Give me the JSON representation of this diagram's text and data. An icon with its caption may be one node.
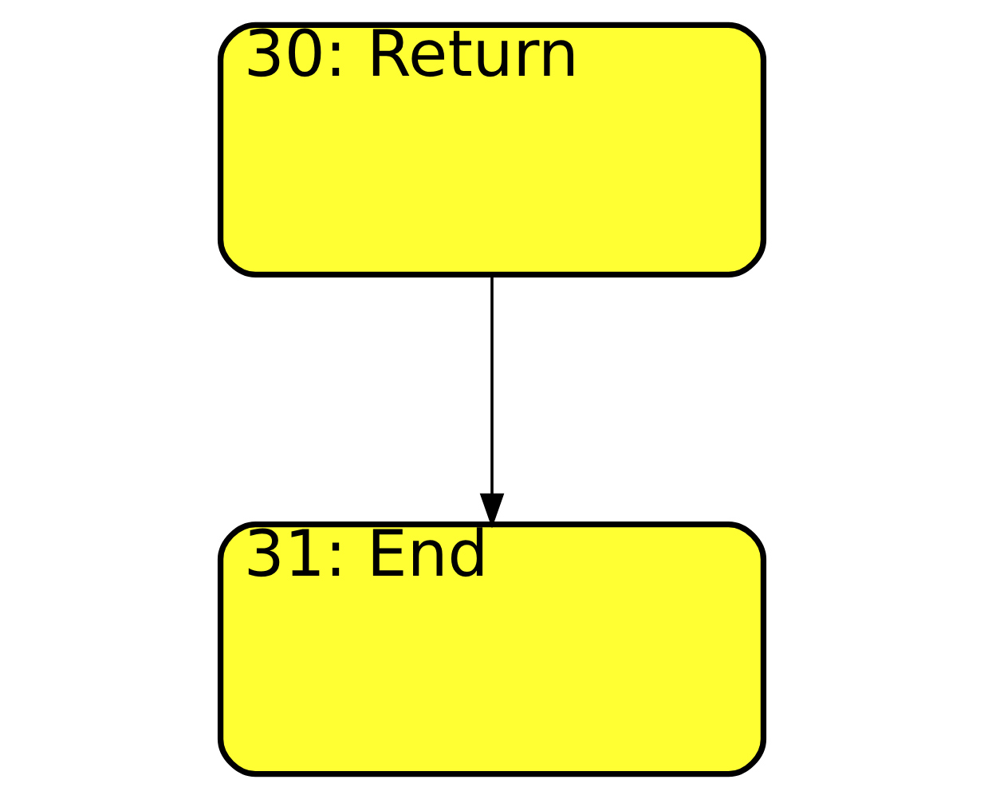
{
  "diagram": {
    "nodes": [
      {
        "text": [
          "30: Return"
        ]
      },
      {
        "text": [
          "31: End"
        ]
      }
    ],
    "edges": [
      {
        "from": 0,
        "to": 1,
        "arrow": "to"
      }
    ]
  }
}
